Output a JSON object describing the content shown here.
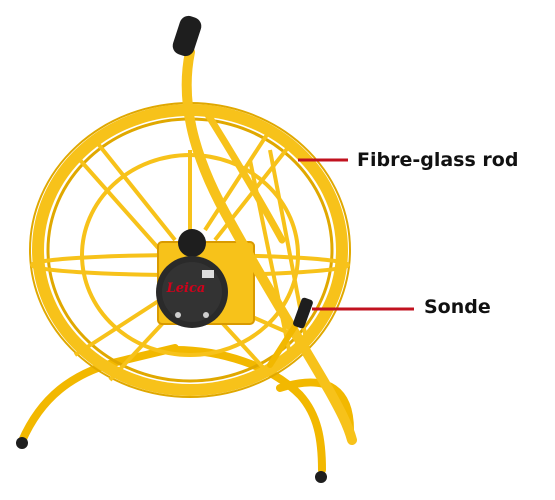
{
  "labels": {
    "rod": "Fibre-glass rod",
    "sonde": "Sonde"
  },
  "device_logo_text": "Leica",
  "colors": {
    "frame": "#F7C21A",
    "frame_shadow": "#D99A00",
    "callout_line": "#C1121F",
    "handle": "#1E1E1E",
    "sonde_body": "#2A2A2A",
    "logo_red": "#D0021B"
  },
  "icons": {
    "rod-reel": "rod-reel-illustration"
  }
}
